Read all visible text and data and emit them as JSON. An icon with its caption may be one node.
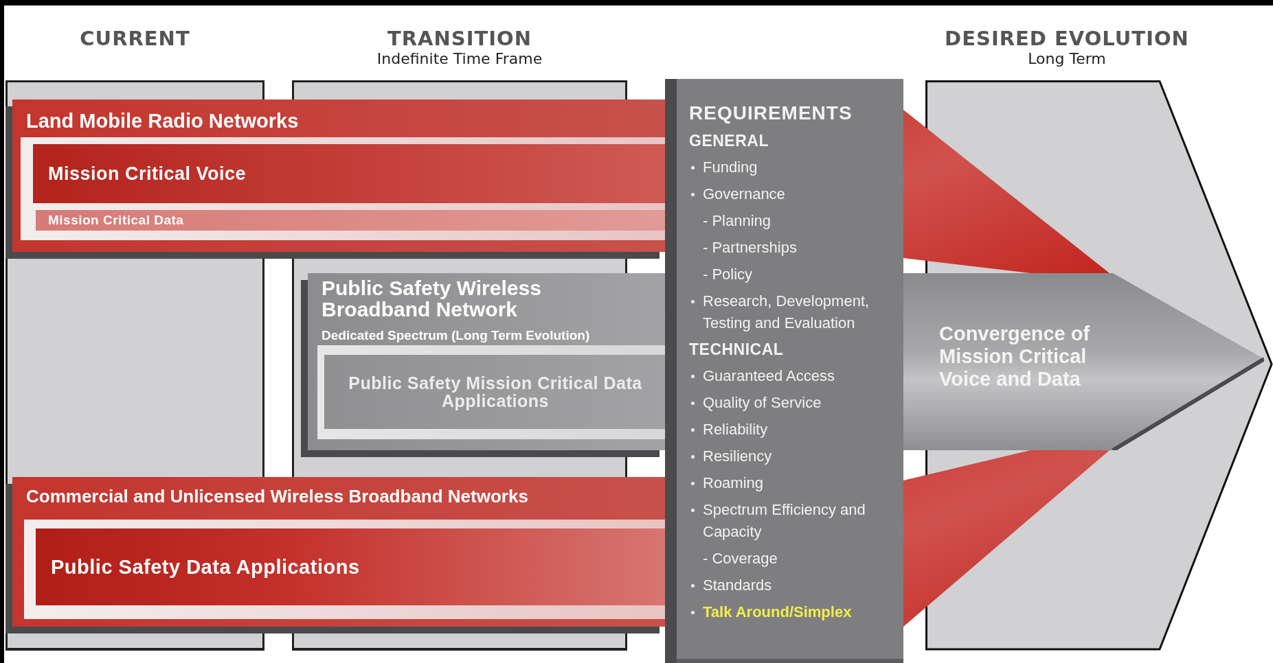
{
  "diagram": {
    "nodes": [
      {
        "text": [
          "CURRENT"
        ]
      },
      {
        "text": [
          "TRANSITION",
          "Indefinite Time Frame"
        ]
      },
      {
        "text": [
          "DESIRED EVOLUTION",
          "Long Term"
        ]
      },
      {
        "text": [
          "Land Mobile Radio Networks"
        ]
      },
      {
        "text": [
          "Mission Critical Voice"
        ],
        "in": 3
      },
      {
        "text": [
          "Mission Critical Data"
        ],
        "in": 3
      },
      {
        "text": [
          "Public Safety Wireless Broadband Network",
          "Dedicated Spectrum (Long Term Evolution)"
        ]
      },
      {
        "text": [
          "Public Safety Mission Critical Data Applications"
        ],
        "in": 6
      },
      {
        "text": [
          "Commercial and Unlicensed Wireless Broadband Networks"
        ]
      },
      {
        "text": [
          "Public Safety Data Applications"
        ],
        "in": 8
      },
      {
        "text": [
          "REQUIREMENTS",
          "GENERAL",
          "Funding",
          "Governance",
          "- Planning",
          "- Partnerships",
          "- Policy",
          "Research, Development, Testing and Evaluation",
          "TECHNICAL",
          "Guaranteed Access",
          "Quality of Service",
          "Reliability",
          "Resiliency",
          "Roaming",
          "Spectrum Efficiency and Capacity",
          "- Coverage",
          "Standards",
          "Talk Around/Simplex"
        ]
      },
      {
        "text": [
          "Convergence of Mission Critical Voice and Data"
        ]
      }
    ],
    "edges": [
      {
        "from": 3,
        "to": 11,
        "arrow": "none",
        "style": "thick"
      },
      {
        "from": 8,
        "to": 11,
        "arrow": "none",
        "style": "thick"
      }
    ]
  }
}
